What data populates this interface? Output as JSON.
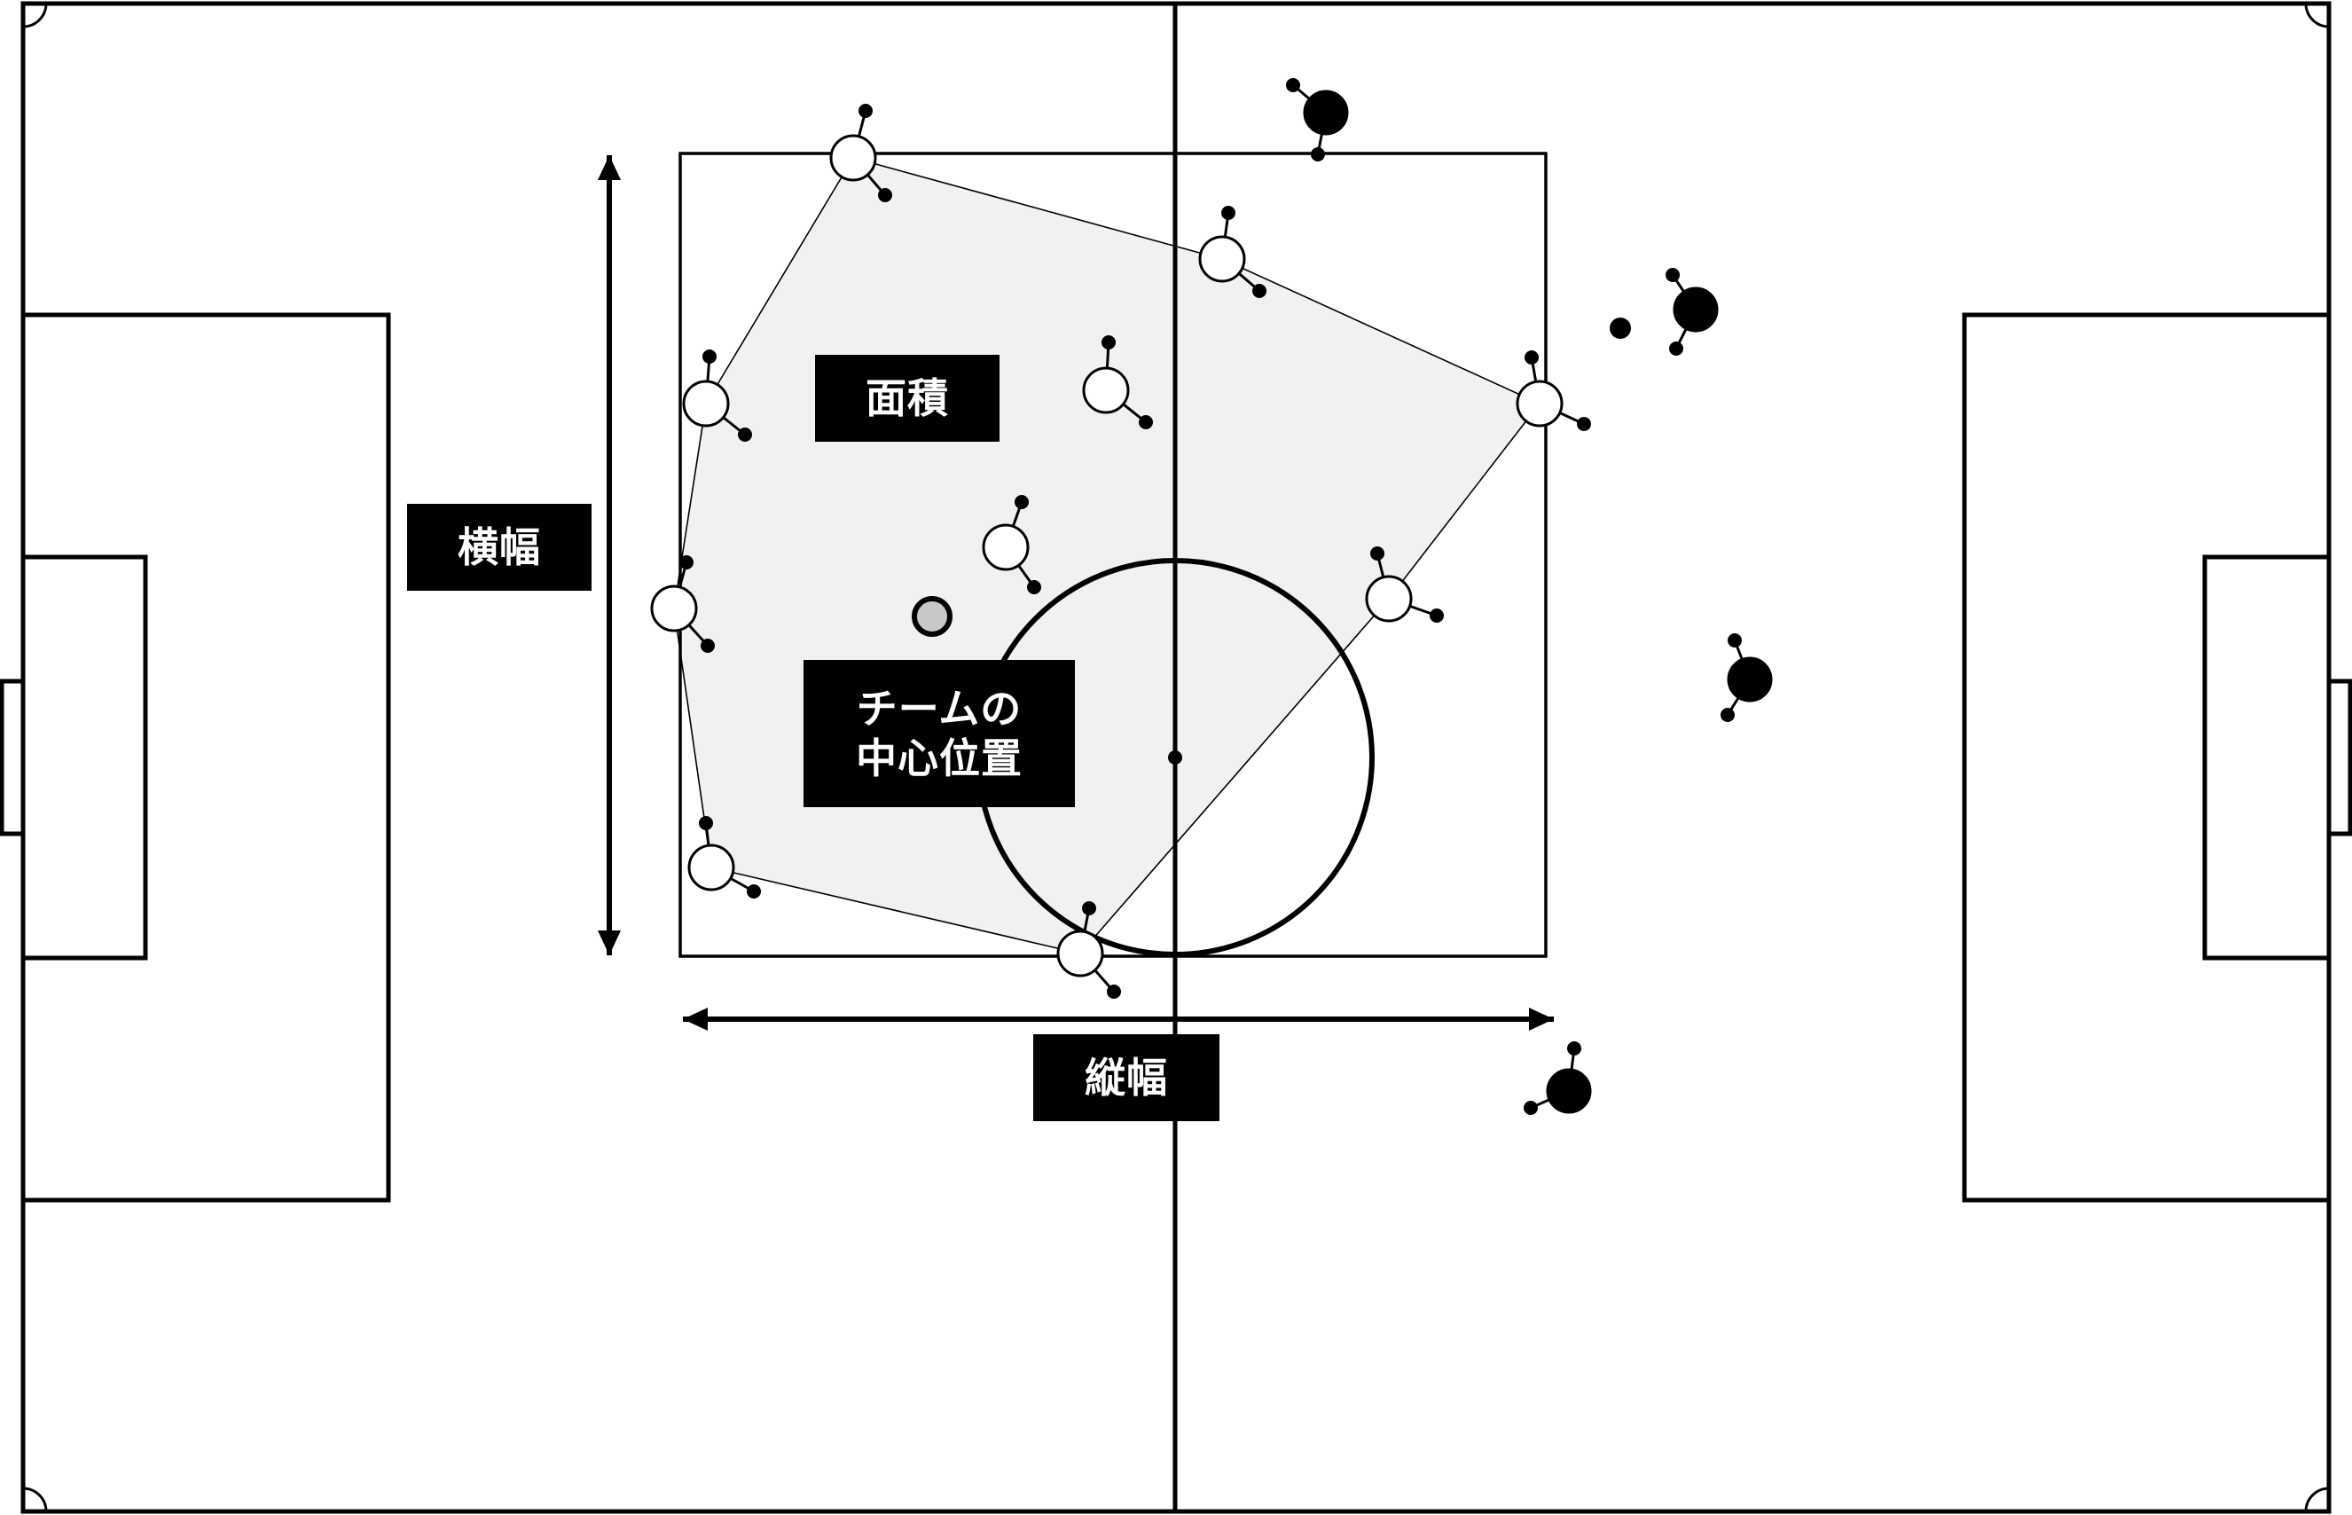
{
  "labels": {
    "area": "面積",
    "width": "横幅",
    "team_center_line1": "チームの",
    "team_center_line2": "中心位置",
    "length": "縦幅"
  },
  "colors": {
    "line": "#000000",
    "team_area_fill": "#f1f1f1",
    "home_player_fill": "#ffffff",
    "away_player_fill": "#000000",
    "team_center_fill": "#c8c8c8"
  }
}
